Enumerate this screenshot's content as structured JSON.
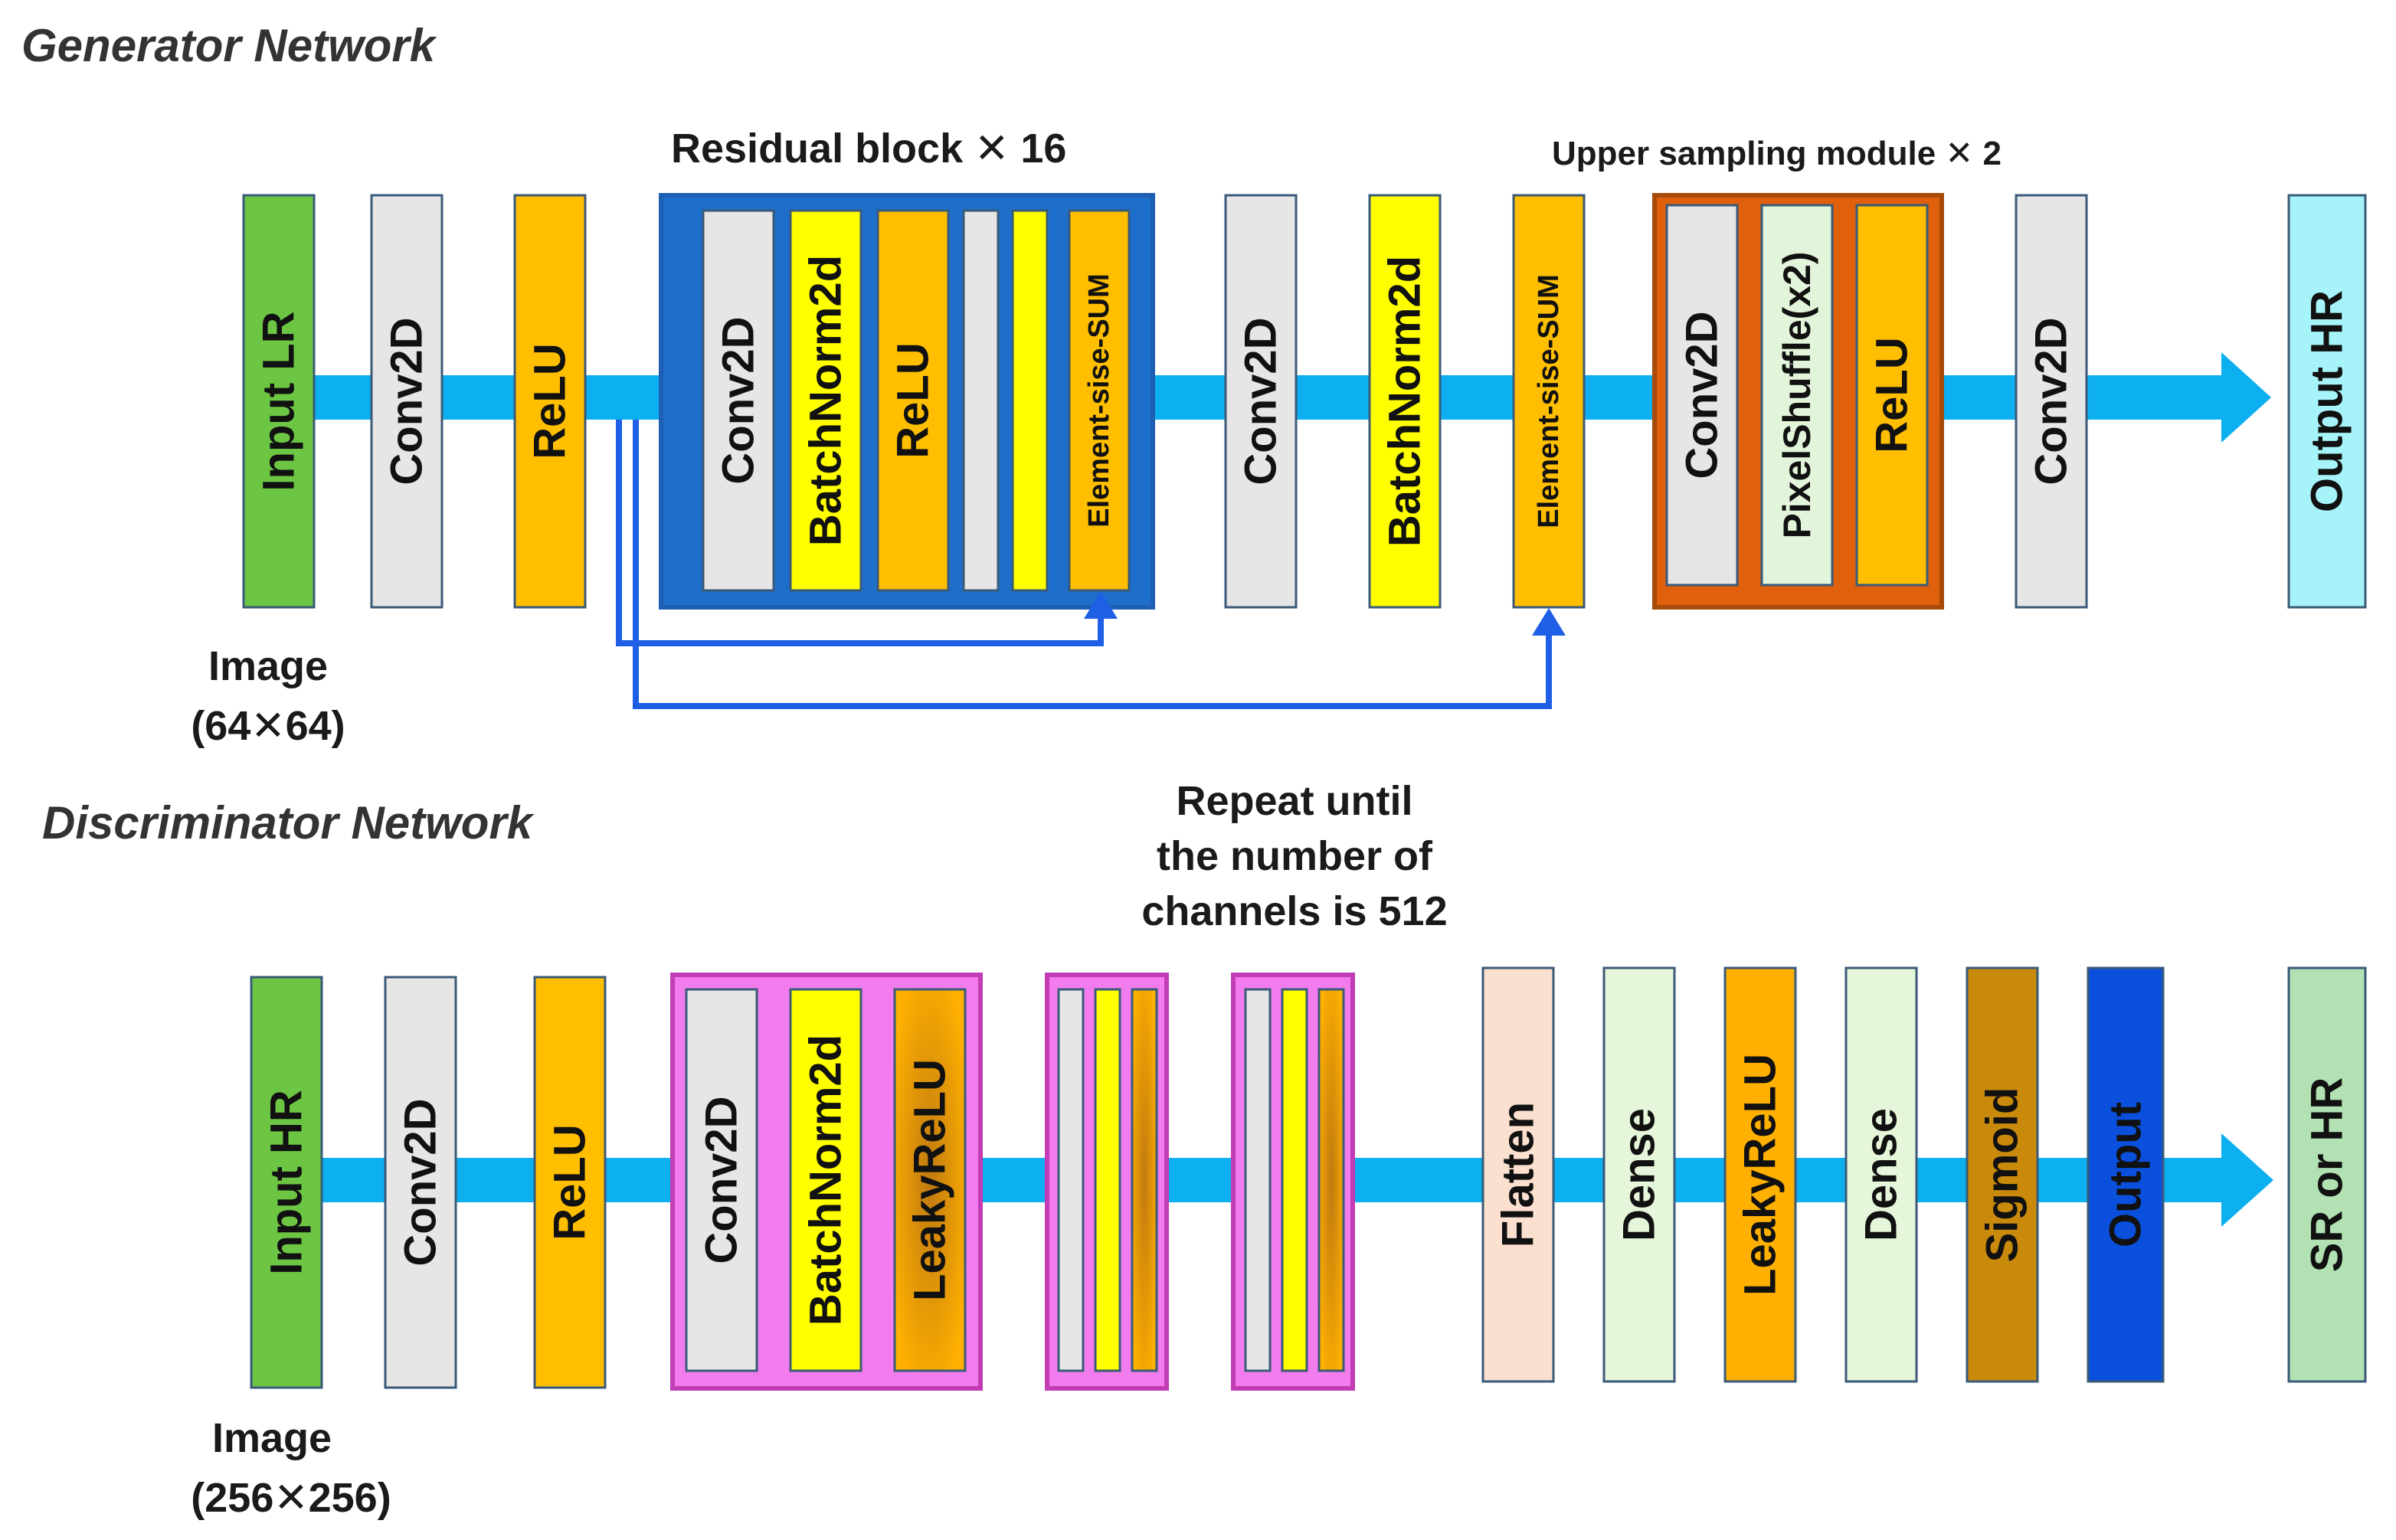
{
  "generator": {
    "title": "Generator Network",
    "residual_label": "Residual block ✕ 16",
    "upsample_label": "Upper sampling module ✕ 2",
    "image_label": "Image",
    "image_size": "(64✕64)",
    "layers": [
      {
        "label": "Input LR",
        "color": "#6CC644"
      },
      {
        "label": "Conv2D",
        "color": "#E6E6E6"
      },
      {
        "label": "ReLU",
        "color": "#FFBF00"
      },
      {
        "label": "Conv2D",
        "color": "#E6E6E6"
      },
      {
        "label": "BatchNorm2d",
        "color": "#FFFF00"
      },
      {
        "label": "ReLU",
        "color": "#FFBF00"
      },
      {
        "label": "",
        "color": "#E6E6E6"
      },
      {
        "label": "",
        "color": "#FFFF00"
      },
      {
        "label": "Element-sise-SUM",
        "color": "#FFBF00"
      },
      {
        "label": "Conv2D",
        "color": "#E6E6E6"
      },
      {
        "label": "BatchNorm2d",
        "color": "#FFFF00"
      },
      {
        "label": "Element-sise-SUM",
        "color": "#FFBF00"
      },
      {
        "label": "Conv2D",
        "color": "#E6E6E6"
      },
      {
        "label": "PixelShuffle(x2)",
        "color": "#E2F5DA"
      },
      {
        "label": "ReLU",
        "color": "#FFBF00"
      },
      {
        "label": "Conv2D",
        "color": "#E6E6E6"
      },
      {
        "label": "Output HR",
        "color": "#A6F4FA"
      }
    ]
  },
  "discriminator": {
    "title": "Discriminator Network",
    "repeat_note": [
      "Repeat until",
      "the number of",
      "channels is 512"
    ],
    "image_label": "Image",
    "image_size": "(256✕256)",
    "layers": [
      {
        "label": "Input HR",
        "color": "#6CC644"
      },
      {
        "label": "Conv2D",
        "color": "#E6E6E6"
      },
      {
        "label": "ReLU",
        "color": "#FFBF00"
      },
      {
        "label": "Conv2D",
        "color": "#E6E6E6"
      },
      {
        "label": "BatchNorm2d",
        "color": "#FFFF00"
      },
      {
        "label": "LeakyReLU",
        "color": "#FFB000"
      },
      {
        "label": "Flatten",
        "color": "#FBE0D0"
      },
      {
        "label": "Dense",
        "color": "#E6F6DA"
      },
      {
        "label": "LeakyReLU",
        "color": "#FFB000"
      },
      {
        "label": "Dense",
        "color": "#E6F6DA"
      },
      {
        "label": "Sigmoid",
        "color": "#C98A0C"
      },
      {
        "label": "Output",
        "color": "#0A50DC"
      },
      {
        "label": "SR  or  HR",
        "color": "#B2E2B4"
      }
    ]
  },
  "colors": {
    "flow_arrow": "#0CB0F0",
    "skip_arrow": "#1E5FE6",
    "residual_border": "#1E5FB4",
    "residual_fill": "#1D6FCB",
    "upsample_border": "#A84A0A",
    "upsample_fill": "#E0600E",
    "disc_group_border": "#C23CB5",
    "disc_group_fill": "#F27CEE",
    "box_stroke": "#3A5A78"
  }
}
